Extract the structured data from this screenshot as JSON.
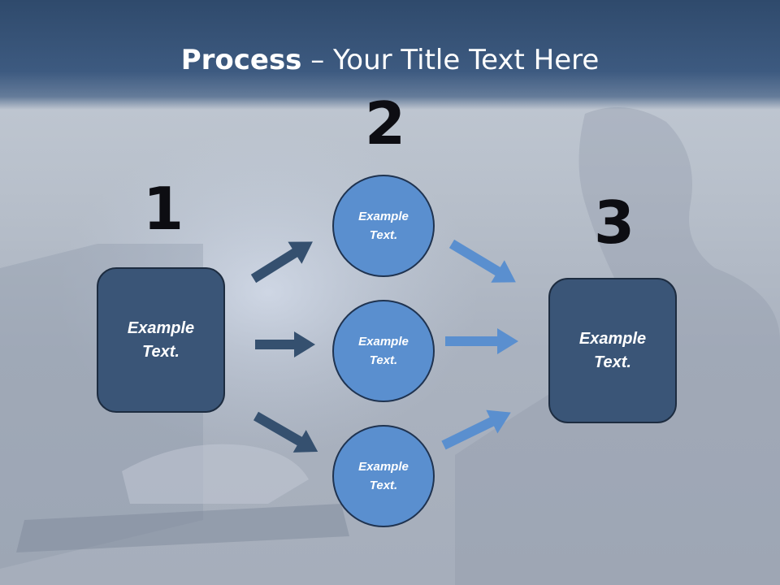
{
  "title": {
    "bold": "Process",
    "rest": " – Your Title Text Here"
  },
  "steps": [
    {
      "number": "1",
      "label": "Example Text."
    },
    {
      "number": "2",
      "label": "Example Text."
    },
    {
      "number": "3",
      "label": "Example Text."
    }
  ],
  "middle_items": [
    {
      "label": "Example Text."
    },
    {
      "label": "Example Text."
    },
    {
      "label": "Example Text."
    }
  ],
  "colors": {
    "title_band": "#3d5a80",
    "box_fill": "#3a5577",
    "circle_fill": "#5a8fcf",
    "arrow_dark": "#35506f",
    "arrow_light": "#5a8fcf"
  }
}
